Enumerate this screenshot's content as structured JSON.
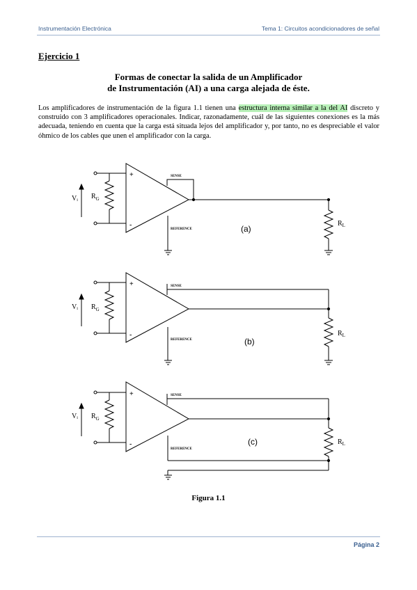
{
  "header": {
    "left": "Instrumentación Electrónica",
    "right": "Tema 1: Circuitos acondicionadores de señal"
  },
  "exercise_title": "Ejercicio 1",
  "title": {
    "line1": "Formas de conectar la salida de un Amplificador",
    "line2": "de Instrumentación (AI) a una carga alejada de éste."
  },
  "paragraph": {
    "before": "Los amplificadores de instrumentación de la figura 1.1 tienen una ",
    "highlight": "estructura interna similar a la del AI",
    "after": " discreto y construido con 3 amplificadores operacionales. Indicar, razonadamente, cuál de las siguientes conexiones es la más adecuada, teniendo en cuenta que la carga está situada lejos del amplificador y, por tanto, no es despreciable el valor óhmico de los cables que unen el amplificador con la carga."
  },
  "figure": {
    "vi_label": "Vᵢ",
    "rg_label": "R",
    "rg_sub": "G",
    "rl_label": "R",
    "rl_sub": "L",
    "plus": "+",
    "minus": "-",
    "sense_label": "SENSE",
    "reference_label": "REFERENCE",
    "circuit_labels": [
      "(a)",
      "(b)",
      "(c)"
    ],
    "caption": "Figura 1.1"
  },
  "footer": {
    "page": "Página 2"
  }
}
